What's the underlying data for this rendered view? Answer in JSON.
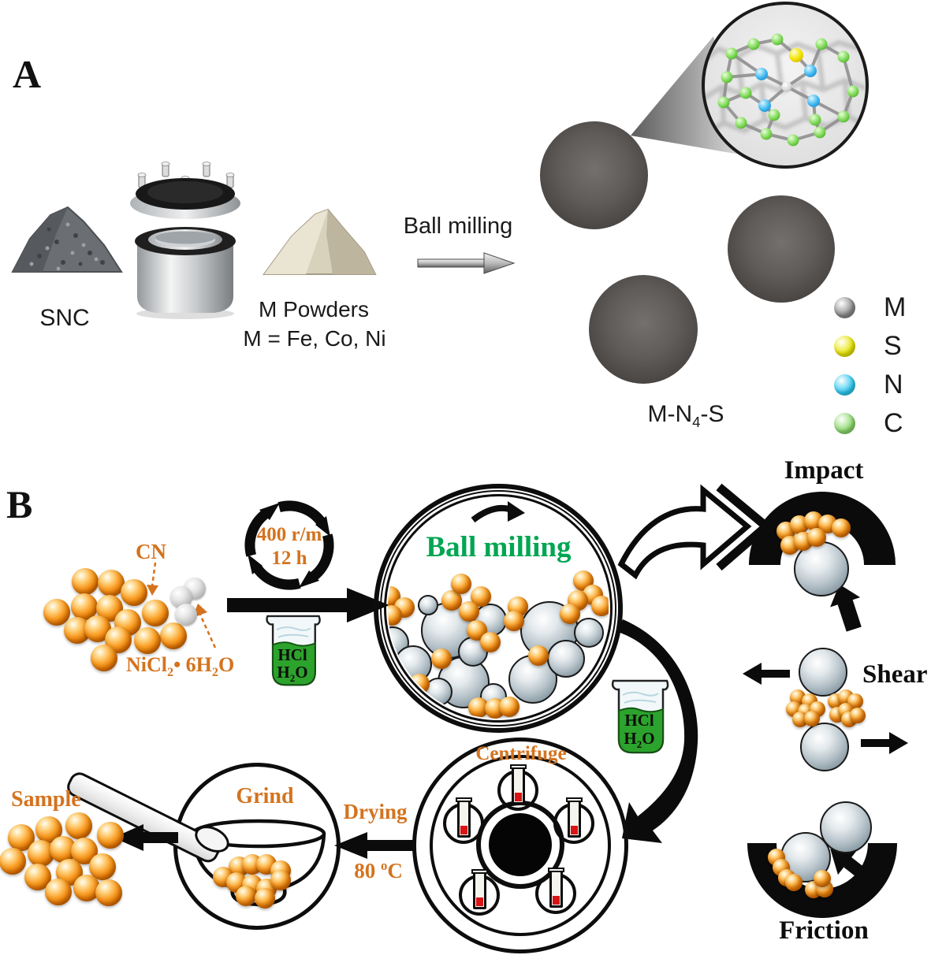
{
  "panel_a": {
    "label": "A",
    "snc_label": "SNC",
    "m_powders_label": "M Powders",
    "m_powders_formula": "M = Fe, Co, Ni",
    "process_arrow_label": "Ball milling",
    "product_label": {
      "pre": "M-N",
      "sub": "4",
      "post": "-S"
    },
    "legend": [
      {
        "element": "M",
        "color": "#8a8a8a"
      },
      {
        "element": "S",
        "color": "#e8e500"
      },
      {
        "element": "N",
        "color": "#30c9f0"
      },
      {
        "element": "C",
        "color": "#8cd96c"
      }
    ]
  },
  "panel_b": {
    "label": "B",
    "cn_label": "CN",
    "nicl_label": {
      "pre": "NiCl",
      "sub1": "2",
      "mid": "• 6H",
      "sub2": "2",
      "post": "O"
    },
    "mill_speed": "400 r/m",
    "mill_time": "12 h",
    "beaker": {
      "line1": "HCl",
      "line2_pre": "H",
      "line2_sub": "2",
      "line2_post": "O"
    },
    "drum_label": "Ball milling",
    "impact_label": "Impact",
    "shear_label": "Shear",
    "friction_label": "Friction",
    "centrifuge_label": "Centrifuge",
    "drying_label": "Drying",
    "drying_temp": {
      "num": "80 ",
      "sup": "o",
      "unit": "C"
    },
    "grind_label": "Grind",
    "sample_label": "Sample"
  },
  "colors": {
    "orange_text": "#d4731e",
    "green_text": "#00a651",
    "beaker_liquid": "#2ca32c",
    "orange_ball": "#f07f00",
    "mill_ball_gray": "#9fb0ba",
    "sphere_dark": "#4b4745"
  }
}
